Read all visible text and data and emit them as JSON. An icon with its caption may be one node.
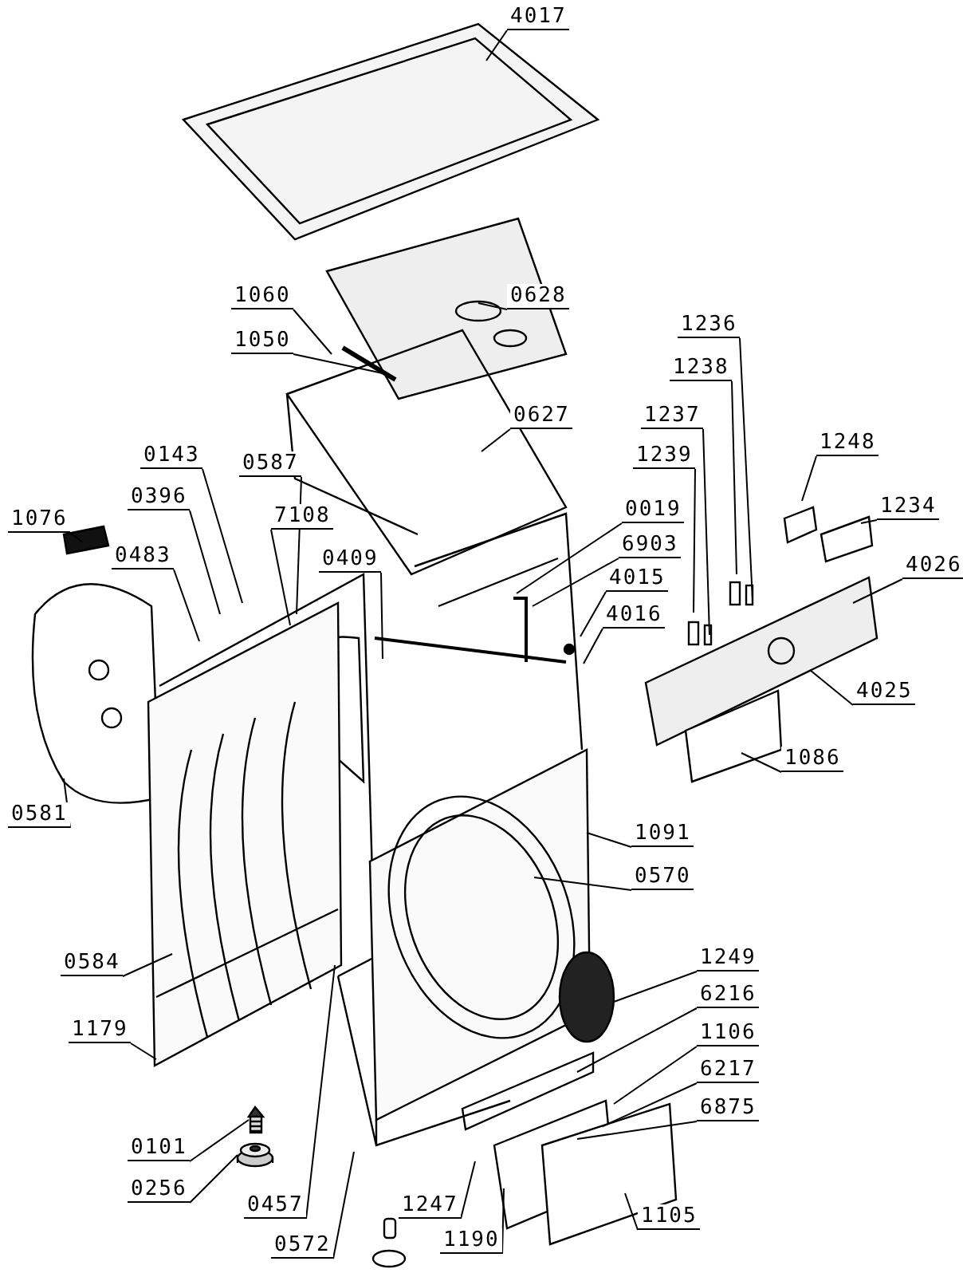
{
  "diagram": {
    "nodes": [
      {
        "text": [
          "4017"
        ]
      },
      {
        "text": [
          "0628"
        ]
      },
      {
        "text": [
          "1060"
        ]
      },
      {
        "text": [
          "1050"
        ]
      },
      {
        "text": [
          "0627"
        ]
      },
      {
        "text": [
          "0143"
        ]
      },
      {
        "text": [
          "0587"
        ]
      },
      {
        "text": [
          "0396"
        ]
      },
      {
        "text": [
          "7108"
        ]
      },
      {
        "text": [
          "1076"
        ]
      },
      {
        "text": [
          "0483"
        ]
      },
      {
        "text": [
          "0409"
        ]
      },
      {
        "text": [
          "0019"
        ]
      },
      {
        "text": [
          "6903"
        ]
      },
      {
        "text": [
          "4015"
        ]
      },
      {
        "text": [
          "4016"
        ]
      },
      {
        "text": [
          "1236"
        ]
      },
      {
        "text": [
          "1238"
        ]
      },
      {
        "text": [
          "1237"
        ]
      },
      {
        "text": [
          "1239"
        ]
      },
      {
        "text": [
          "1248"
        ]
      },
      {
        "text": [
          "1234"
        ]
      },
      {
        "text": [
          "4026"
        ]
      },
      {
        "text": [
          "4025"
        ]
      },
      {
        "text": [
          "1086"
        ]
      },
      {
        "text": [
          "0581"
        ]
      },
      {
        "text": [
          "1091"
        ]
      },
      {
        "text": [
          "0570"
        ]
      },
      {
        "text": [
          "0584"
        ]
      },
      {
        "text": [
          "1249"
        ]
      },
      {
        "text": [
          "6216"
        ]
      },
      {
        "text": [
          "1179"
        ]
      },
      {
        "text": [
          "1106"
        ]
      },
      {
        "text": [
          "6217"
        ]
      },
      {
        "text": [
          "6875"
        ]
      },
      {
        "text": [
          "0101"
        ]
      },
      {
        "text": [
          "0256"
        ]
      },
      {
        "text": [
          "0457"
        ]
      },
      {
        "text": [
          "1247"
        ]
      },
      {
        "text": [
          "1105"
        ]
      },
      {
        "text": [
          "0572"
        ]
      },
      {
        "text": [
          "1190"
        ]
      },
      {
        "text": [],
        "shape": "picture"
      },
      {
        "text": [],
        "shape": "picture"
      }
    ],
    "edges": [
      {
        "from": 0,
        "to": null,
        "arrow": "none"
      },
      {
        "from": 1,
        "to": null,
        "arrow": "none"
      },
      {
        "from": 2,
        "to": null,
        "arrow": "none"
      },
      {
        "from": 3,
        "to": null,
        "arrow": "none"
      },
      {
        "from": 4,
        "to": null,
        "arrow": "none"
      },
      {
        "from": 5,
        "to": null,
        "arrow": "none"
      },
      {
        "from": 6,
        "to": null,
        "arrow": "none"
      },
      {
        "from": 7,
        "to": null,
        "arrow": "none"
      },
      {
        "from": 8,
        "to": null,
        "arrow": "none"
      },
      {
        "from": 9,
        "to": null,
        "arrow": "none"
      },
      {
        "from": 10,
        "to": null,
        "arrow": "none"
      },
      {
        "from": 11,
        "to": null,
        "arrow": "none"
      },
      {
        "from": 12,
        "to": null,
        "arrow": "none"
      },
      {
        "from": 13,
        "to": null,
        "arrow": "none"
      },
      {
        "from": 14,
        "to": null,
        "arrow": "none"
      },
      {
        "from": 15,
        "to": null,
        "arrow": "none"
      },
      {
        "from": 16,
        "to": null,
        "arrow": "none"
      },
      {
        "from": 17,
        "to": null,
        "arrow": "none"
      },
      {
        "from": 18,
        "to": null,
        "arrow": "none"
      },
      {
        "from": 19,
        "to": null,
        "arrow": "none"
      },
      {
        "from": 20,
        "to": null,
        "arrow": "none"
      },
      {
        "from": 21,
        "to": null,
        "arrow": "none"
      },
      {
        "from": 22,
        "to": null,
        "arrow": "none"
      },
      {
        "from": 23,
        "to": null,
        "arrow": "none"
      },
      {
        "from": 24,
        "to": null,
        "arrow": "none"
      },
      {
        "from": 25,
        "to": null,
        "arrow": "none"
      },
      {
        "from": 26,
        "to": null,
        "arrow": "none"
      },
      {
        "from": 27,
        "to": null,
        "arrow": "none"
      },
      {
        "from": 28,
        "to": null,
        "arrow": "none"
      },
      {
        "from": 29,
        "to": null,
        "arrow": "none"
      },
      {
        "from": 30,
        "to": null,
        "arrow": "none"
      },
      {
        "from": 31,
        "to": null,
        "arrow": "none"
      },
      {
        "from": 32,
        "to": null,
        "arrow": "none"
      },
      {
        "from": 33,
        "to": null,
        "arrow": "none"
      },
      {
        "from": 34,
        "to": null,
        "arrow": "none"
      },
      {
        "from": 35,
        "to": 42,
        "arrow": "none"
      },
      {
        "from": 36,
        "to": 43,
        "arrow": "none"
      },
      {
        "from": 37,
        "to": null,
        "arrow": "none"
      },
      {
        "from": 38,
        "to": null,
        "arrow": "none"
      },
      {
        "from": 39,
        "to": null,
        "arrow": "none"
      },
      {
        "from": 40,
        "to": null,
        "arrow": "none"
      },
      {
        "from": 41,
        "to": null,
        "arrow": "none"
      }
    ]
  }
}
